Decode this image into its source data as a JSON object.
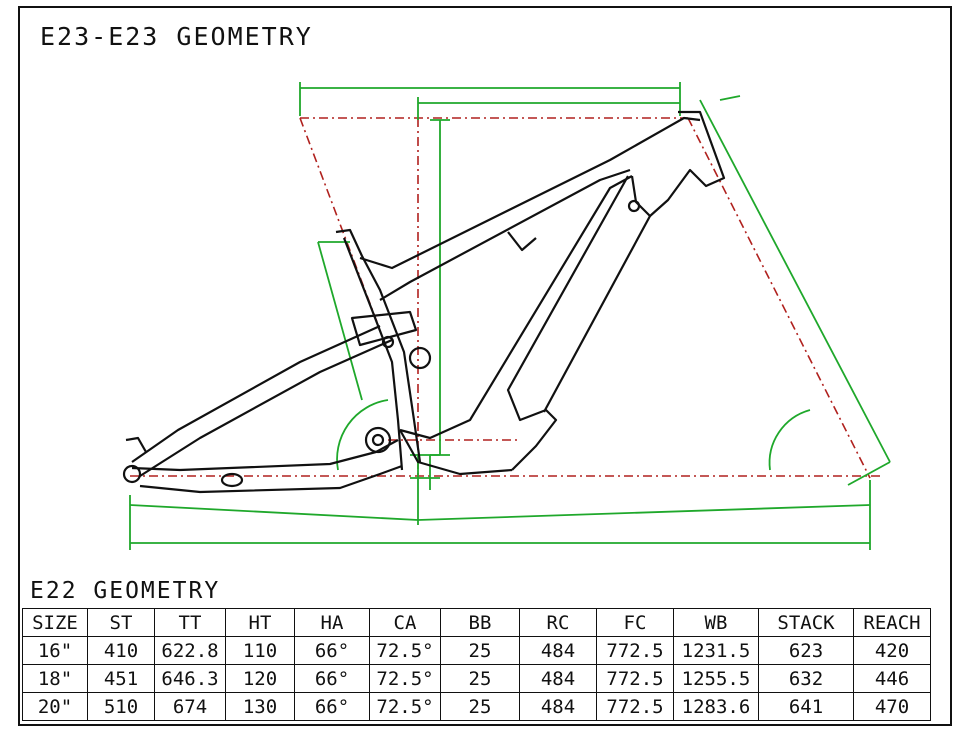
{
  "header": {
    "title": "E23-E23 GEOMETRY"
  },
  "geometry_table": {
    "title": "E22 GEOMETRY",
    "columns": [
      "SIZE",
      "ST",
      "TT",
      "HT",
      "HA",
      "CA",
      "BB",
      "RC",
      "FC",
      "WB",
      "STACK",
      "REACH"
    ],
    "rows": [
      [
        "16\"",
        "410",
        "622.8",
        "110",
        "66°",
        "72.5°",
        "25",
        "484",
        "772.5",
        "1231.5",
        "623",
        "420"
      ],
      [
        "18\"",
        "451",
        "646.3",
        "120",
        "66°",
        "72.5°",
        "25",
        "484",
        "772.5",
        "1255.5",
        "632",
        "446"
      ],
      [
        "20\"",
        "510",
        "674",
        "130",
        "66°",
        "72.5°",
        "25",
        "484",
        "772.5",
        "1283.6",
        "641",
        "470"
      ]
    ]
  },
  "colors": {
    "line": "#111111",
    "dimension": "#1fa82b",
    "construction": "#b0211e"
  }
}
